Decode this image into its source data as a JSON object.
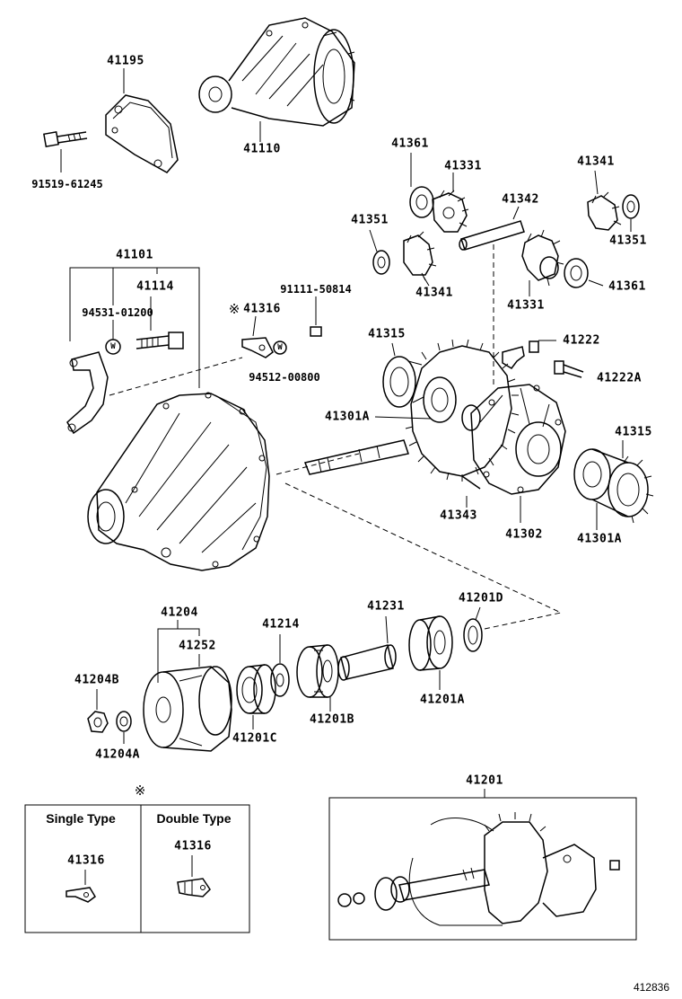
{
  "labels": {
    "l41195": "41195",
    "l41110": "41110",
    "l91519": "91519-61245",
    "l41361a": "41361",
    "l41331a": "41331",
    "l41341a": "41341",
    "l41342": "41342",
    "l41351a": "41351",
    "l41351b": "41351",
    "l41341b": "41341",
    "l41331b": "41331",
    "l41361b": "41361",
    "l41101": "41101",
    "l41114": "41114",
    "l94531": "94531-01200",
    "l41316": "41316",
    "l91111": "91111-50814",
    "l94512": "94512-00800",
    "l41315a": "41315",
    "l41222": "41222",
    "l41222a": "41222A",
    "l41301aa": "41301A",
    "l41315b": "41315",
    "l41343": "41343",
    "l41302": "41302",
    "l41301ab": "41301A",
    "l41204": "41204",
    "l41252": "41252",
    "l41214": "41214",
    "l41231": "41231",
    "l41201d": "41201D",
    "l41204b": "41204B",
    "l41204a": "41204A",
    "l41201c": "41201C",
    "l41201b": "41201B",
    "l41201a": "41201A",
    "l41201": "41201",
    "box_single_title": "Single Type",
    "box_double_title": "Double Type",
    "box_single_part": "41316",
    "box_double_part": "41316",
    "footer_code": "412836",
    "ref_mark": "※",
    "ref_mark_box": "※",
    "washer_letter_1": "W",
    "washer_letter_2": "W"
  }
}
